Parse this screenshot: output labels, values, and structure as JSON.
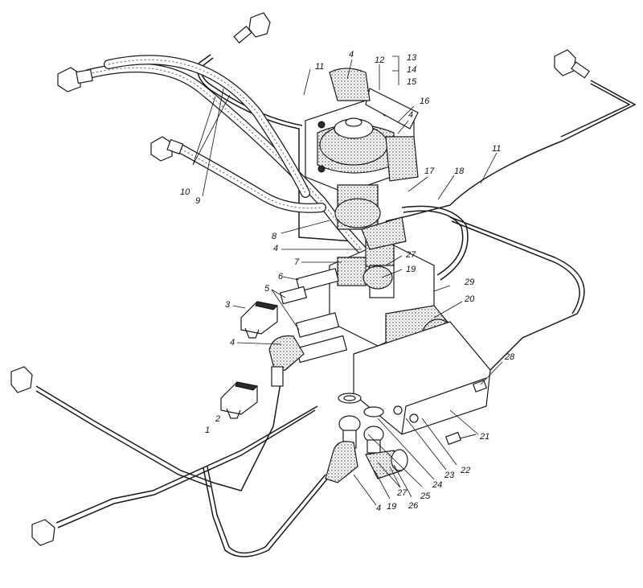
{
  "callouts": [
    {
      "id": "c1",
      "text": "1"
    },
    {
      "id": "c2",
      "text": "2"
    },
    {
      "id": "c3",
      "text": "3"
    },
    {
      "id": "c4a",
      "text": "4"
    },
    {
      "id": "c4b",
      "text": "4"
    },
    {
      "id": "c4c",
      "text": "4"
    },
    {
      "id": "c4d",
      "text": "4"
    },
    {
      "id": "c4e",
      "text": "4"
    },
    {
      "id": "c5",
      "text": "5"
    },
    {
      "id": "c6",
      "text": "6"
    },
    {
      "id": "c7",
      "text": "7"
    },
    {
      "id": "c8",
      "text": "8"
    },
    {
      "id": "c9",
      "text": "9"
    },
    {
      "id": "c10",
      "text": "10"
    },
    {
      "id": "c11a",
      "text": "11"
    },
    {
      "id": "c11b",
      "text": "11"
    },
    {
      "id": "c12",
      "text": "12"
    },
    {
      "id": "c13",
      "text": "13"
    },
    {
      "id": "c14",
      "text": "14"
    },
    {
      "id": "c15",
      "text": "15"
    },
    {
      "id": "c16",
      "text": "16"
    },
    {
      "id": "c17",
      "text": "17"
    },
    {
      "id": "c18",
      "text": "18"
    },
    {
      "id": "c19a",
      "text": "19"
    },
    {
      "id": "c19b",
      "text": "19"
    },
    {
      "id": "c20",
      "text": "20"
    },
    {
      "id": "c21",
      "text": "21"
    },
    {
      "id": "c22",
      "text": "22"
    },
    {
      "id": "c23",
      "text": "23"
    },
    {
      "id": "c24",
      "text": "24"
    },
    {
      "id": "c25",
      "text": "25"
    },
    {
      "id": "c26",
      "text": "26"
    },
    {
      "id": "c27a",
      "text": "27"
    },
    {
      "id": "c27b",
      "text": "27"
    },
    {
      "id": "c28",
      "text": "28"
    },
    {
      "id": "c29",
      "text": "29"
    }
  ],
  "colors": {
    "ink": "#1a1a1a",
    "paper": "#ffffff"
  }
}
